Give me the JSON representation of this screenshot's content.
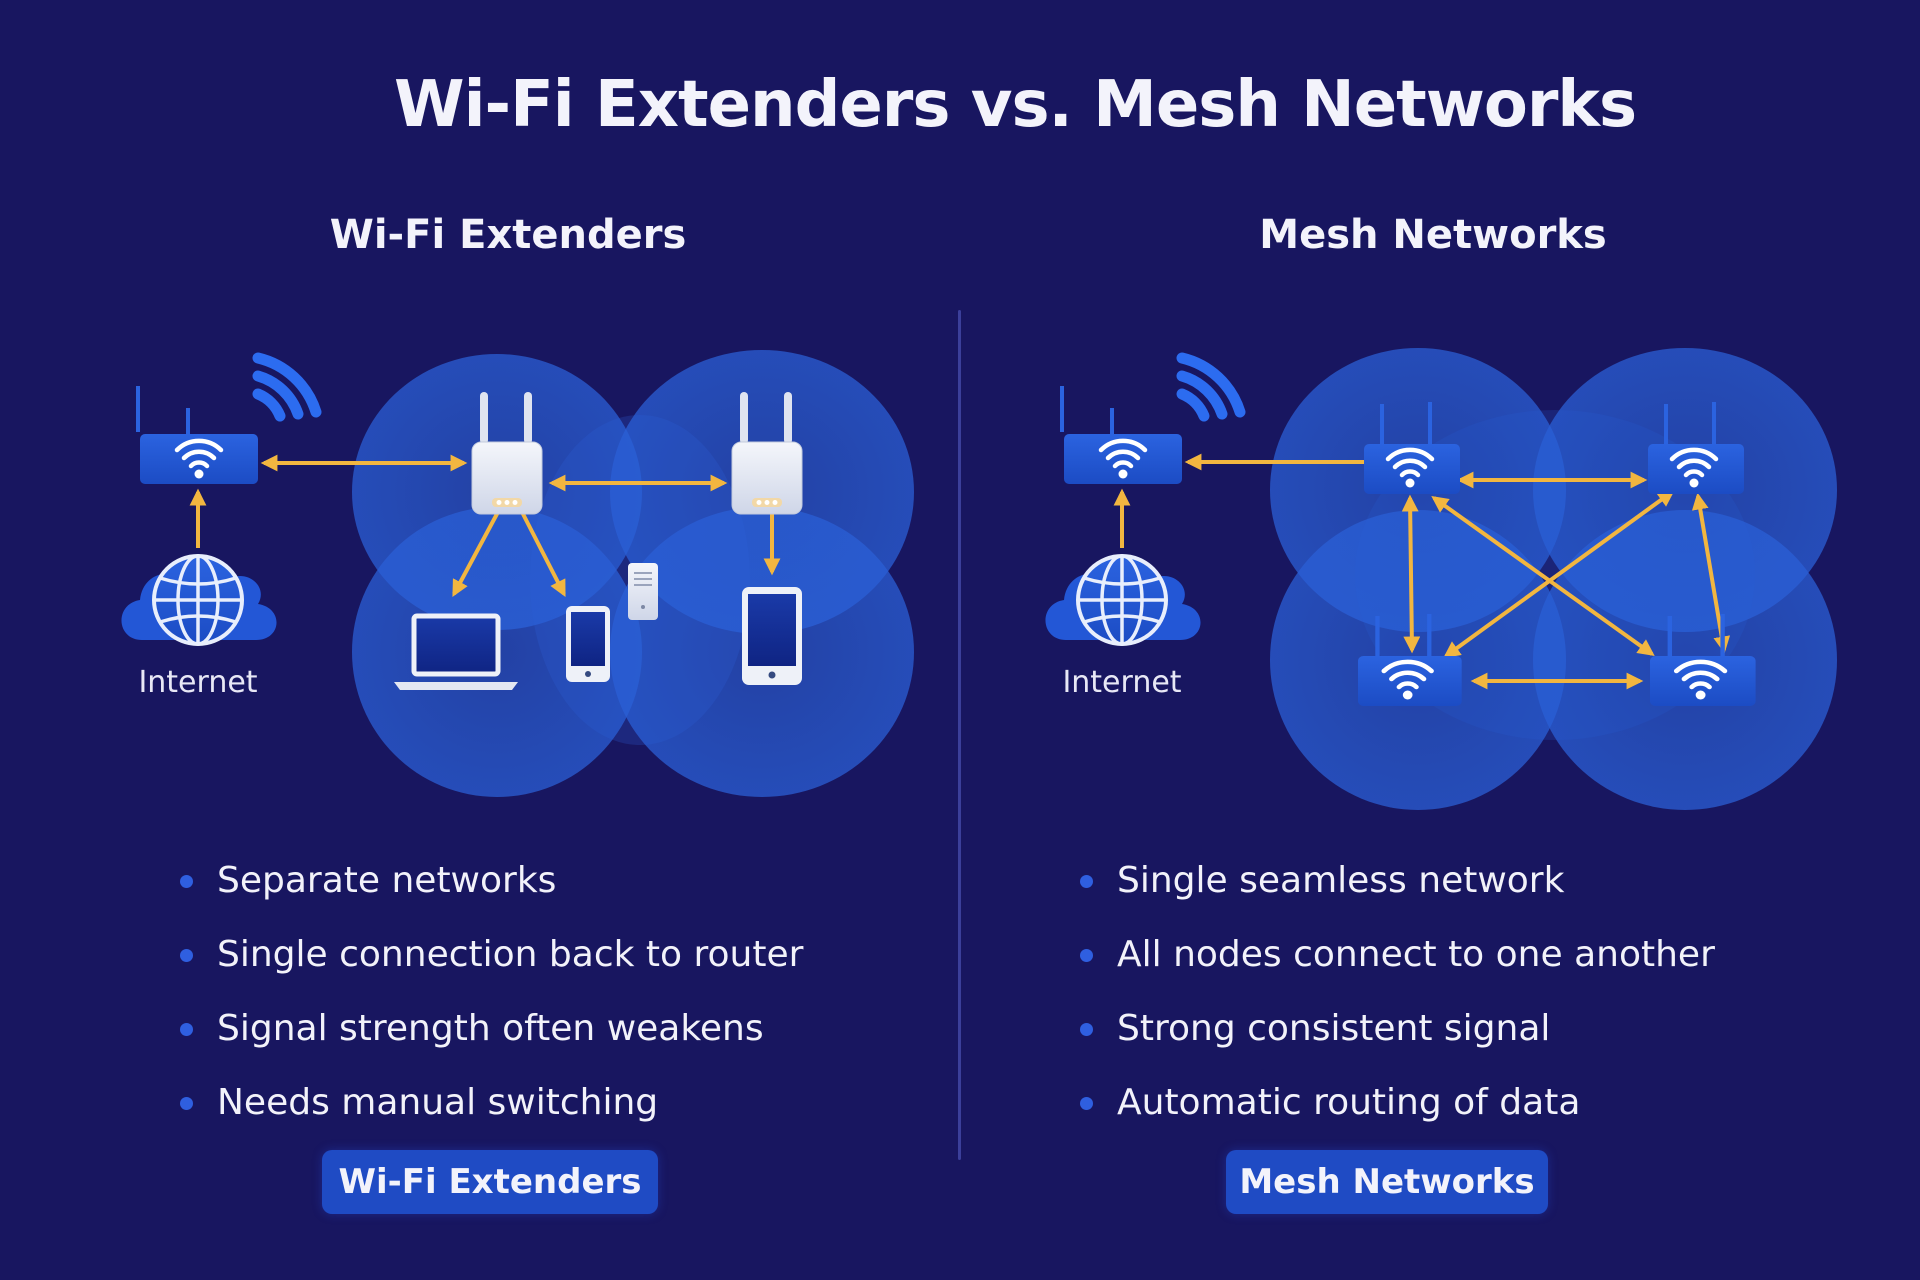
{
  "title": "Wi-Fi Extenders vs. Mesh Networks",
  "colors": {
    "background": "#181660",
    "coverage_circle": "#2a5fd6",
    "node_blue": "#2357d6",
    "arrow": "#f2b640",
    "extender_white": "#e9edf6",
    "bullet": "#2f5fe0",
    "pill": "#1f4bc4"
  },
  "left": {
    "heading": "Wi-Fi Extenders",
    "diagram": {
      "internet_label": "Internet",
      "nodes": [
        "router",
        "extender-1",
        "extender-2"
      ],
      "devices": [
        "laptop",
        "phone",
        "server",
        "tablet"
      ],
      "links": [
        {
          "from": "internet",
          "to": "router",
          "type": "one-way"
        },
        {
          "from": "router",
          "to": "extender-1",
          "type": "two-way"
        },
        {
          "from": "extender-1",
          "to": "extender-2",
          "type": "two-way"
        },
        {
          "from": "extender-1",
          "to": "laptop",
          "type": "one-way"
        },
        {
          "from": "extender-1",
          "to": "phone",
          "type": "one-way"
        },
        {
          "from": "extender-2",
          "to": "tablet",
          "type": "one-way"
        }
      ]
    },
    "bullets": [
      "Separate networks",
      "Single connection back to router",
      "Signal strength often weakens",
      "Needs manual switching"
    ],
    "pill_label": "Wi-Fi Extenders"
  },
  "right": {
    "heading": "Mesh Networks",
    "diagram": {
      "internet_label": "Internet",
      "nodes": [
        "router",
        "mesh-node-1",
        "mesh-node-2",
        "mesh-node-3",
        "mesh-node-4"
      ],
      "links": [
        {
          "from": "internet",
          "to": "router",
          "type": "one-way"
        },
        {
          "from": "mesh-node-1",
          "to": "router",
          "type": "one-way"
        },
        {
          "from": "mesh-node-1",
          "to": "mesh-node-2",
          "type": "two-way"
        },
        {
          "from": "mesh-node-1",
          "to": "mesh-node-3",
          "type": "two-way"
        },
        {
          "from": "mesh-node-1",
          "to": "mesh-node-4",
          "type": "two-way"
        },
        {
          "from": "mesh-node-2",
          "to": "mesh-node-3",
          "type": "two-way"
        },
        {
          "from": "mesh-node-2",
          "to": "mesh-node-4",
          "type": "two-way"
        },
        {
          "from": "mesh-node-3",
          "to": "mesh-node-4",
          "type": "two-way"
        }
      ]
    },
    "bullets": [
      "Single seamless network",
      "All nodes connect to one another",
      "Strong consistent signal",
      "Automatic routing of data"
    ],
    "pill_label": "Mesh Networks"
  }
}
